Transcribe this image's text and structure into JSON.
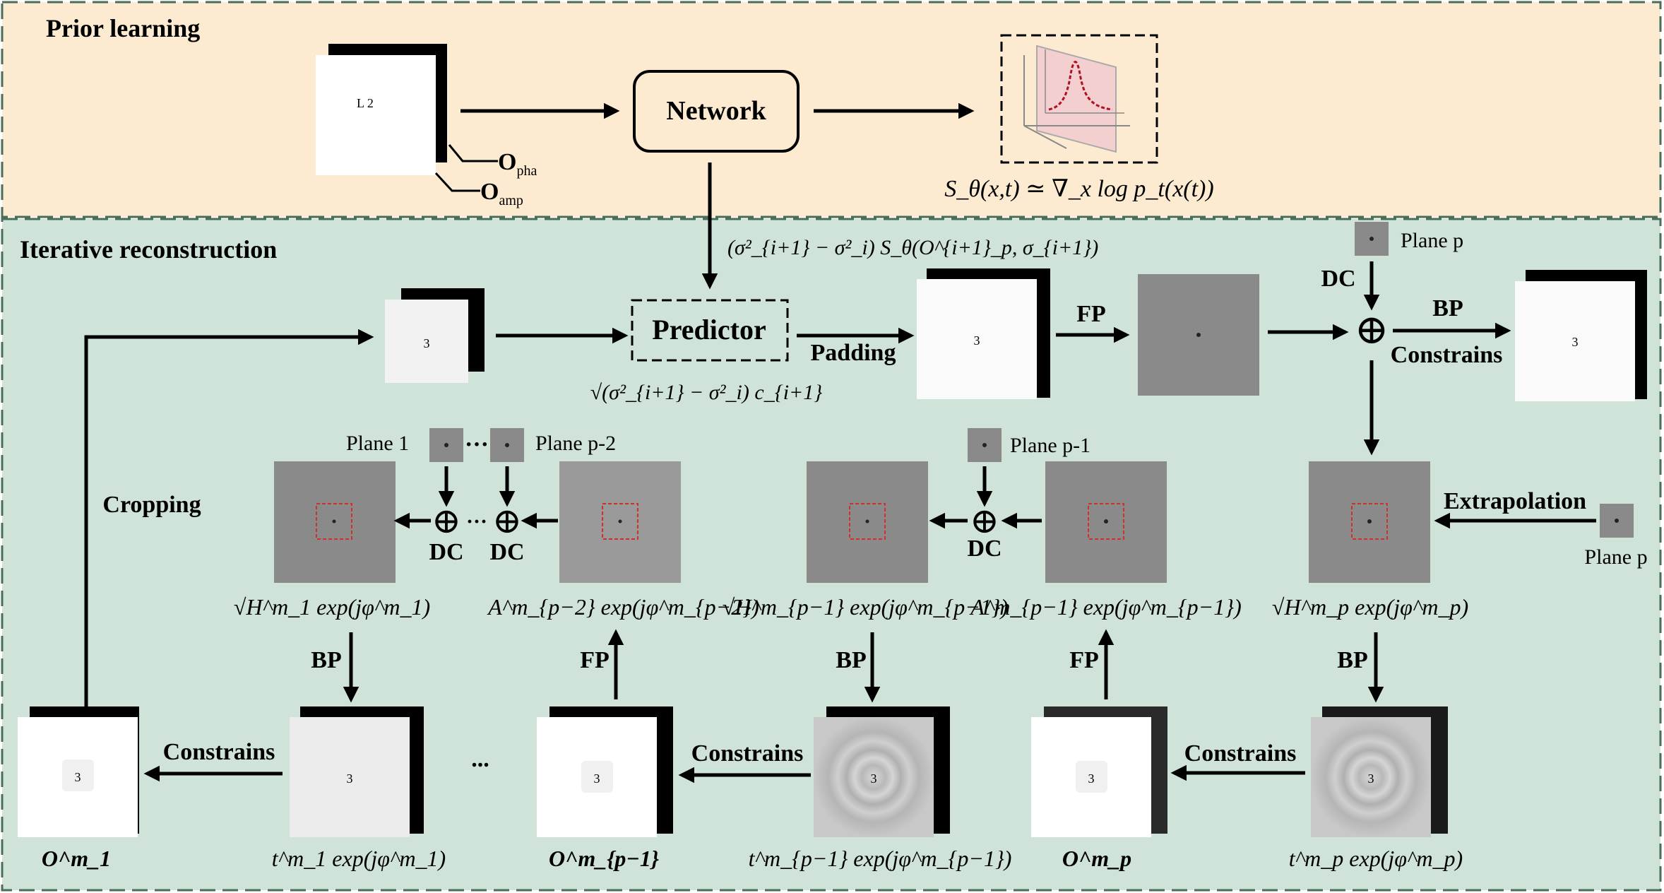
{
  "sections": {
    "prior": "Prior learning",
    "iterative": "Iterative reconstruction"
  },
  "network": "Network",
  "predictor": "Predictor",
  "labels": {
    "o_pha": "O",
    "o_pha_sub": "pha",
    "o_amp": "O",
    "o_amp_sub": "amp",
    "tile_text_prior": "L 2",
    "tile_text": "3",
    "padding": "Padding",
    "fp": "FP",
    "bp": "BP",
    "dc": "DC",
    "constrains": "Constrains",
    "cropping": "Cropping",
    "extrapolation": "Extrapolation",
    "plane_p": "Plane p",
    "plane_1": "Plane 1",
    "plane_p2": "Plane p-2",
    "plane_p1": "Plane p-1",
    "dots": "···",
    "ellipsis": "...",
    "oplus": "⊕"
  },
  "formulas": {
    "score": "S_θ(x,t) ≃ ∇_x log p_t(x(t))",
    "predictor_top": "(σ²_{i+1} − σ²_i) S_θ(O^{i+1}_p, σ_{i+1})",
    "predictor_bottom": "√(σ²_{i+1} − σ²_i) c_{i+1}",
    "h1": "√H^m_1 exp(jφ^m_1)",
    "ap2": "A^m_{p−2} exp(jφ^m_{p−2})",
    "hp1": "√H^m_{p−1} exp(jφ^m_{p−1})",
    "ap1": "A^m_{p−1} exp(jφ^m_{p−1})",
    "hp": "√H^m_p exp(jφ^m_p)",
    "o1": "O^m_1",
    "t1": "t^m_1 exp(jφ^m_1)",
    "op1": "O^m_{p−1}",
    "tp1": "t^m_{p−1} exp(jφ^m_{p−1})",
    "op": "O^m_p",
    "tp": "t^m_p exp(jφ^m_p)"
  },
  "colors": {
    "prior_bg": "#fcebd0",
    "iter_bg": "#cfe3d9",
    "border": "#4a6e58",
    "gray_tile": "#8a8a8a",
    "red_dash": "#d0302a"
  }
}
